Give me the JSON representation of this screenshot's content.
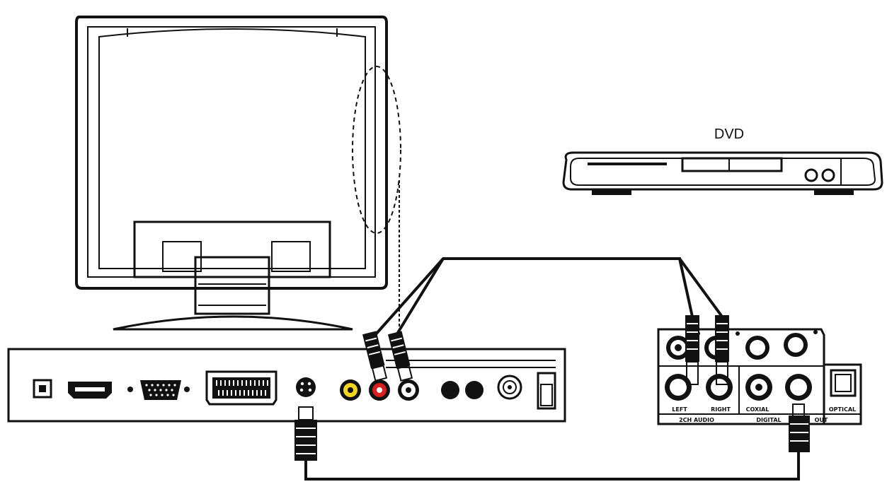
{
  "labels": {
    "dvd": "DVD",
    "left": "LEFT",
    "right": "RIGHT",
    "coaxial": "COXIAL",
    "optical": "OPTICAL",
    "audio_group": "2CH AUDIO",
    "digital_group": "DIGITAL",
    "out": "OUT"
  },
  "colors": {
    "line": "#111111",
    "rca_yellow": "#f2d51d",
    "rca_red": "#d42020",
    "rca_white": "#ffffff"
  }
}
